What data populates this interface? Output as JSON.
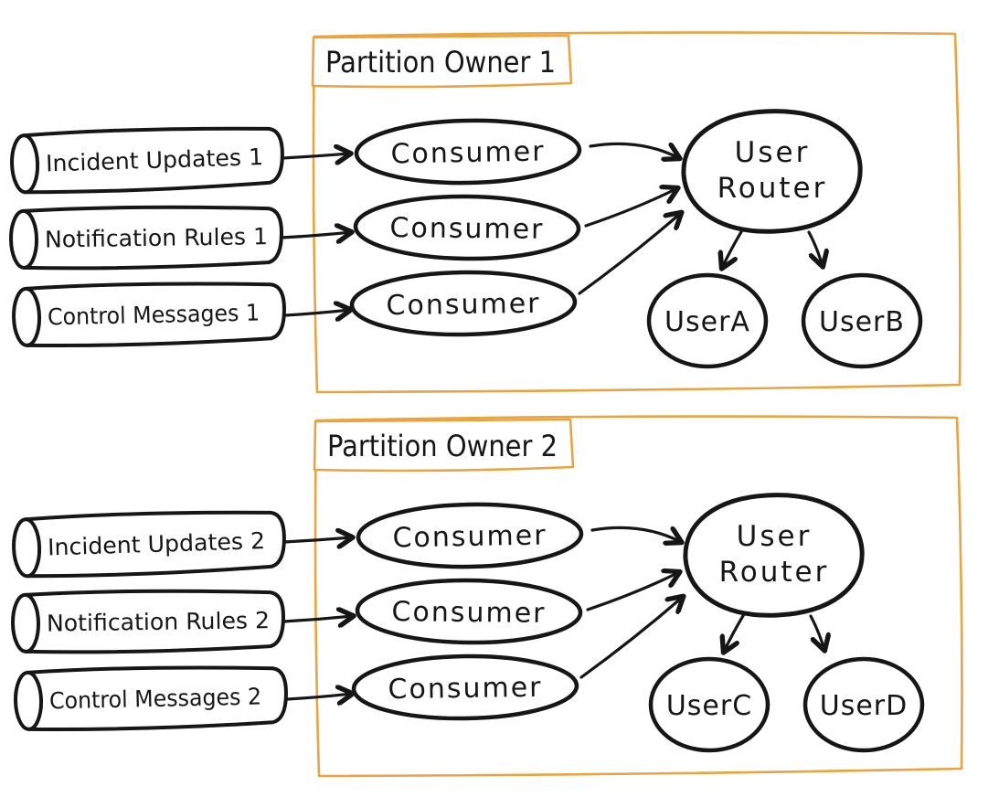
{
  "diagram": {
    "ink_color": "#161616",
    "frame_color": "#E9A440",
    "background_color": "#FFFFFF"
  },
  "partitions": [
    {
      "title": "Partition Owner 1",
      "queues": [
        {
          "label": "Incident Updates 1"
        },
        {
          "label": "Notification Rules 1"
        },
        {
          "label": "Control Messages 1"
        }
      ],
      "consumers": [
        {
          "label": "Consumer"
        },
        {
          "label": "Consumer"
        },
        {
          "label": "Consumer"
        }
      ],
      "router": {
        "line1": "User",
        "line2": "Router"
      },
      "users": [
        {
          "label": "UserA"
        },
        {
          "label": "UserB"
        }
      ]
    },
    {
      "title": "Partition Owner 2",
      "queues": [
        {
          "label": "Incident Updates 2"
        },
        {
          "label": "Notification Rules 2"
        },
        {
          "label": "Control Messages 2"
        }
      ],
      "consumers": [
        {
          "label": "Consumer"
        },
        {
          "label": "Consumer"
        },
        {
          "label": "Consumer"
        }
      ],
      "router": {
        "line1": "User",
        "line2": "Router"
      },
      "users": [
        {
          "label": "UserC"
        },
        {
          "label": "UserD"
        }
      ]
    }
  ]
}
